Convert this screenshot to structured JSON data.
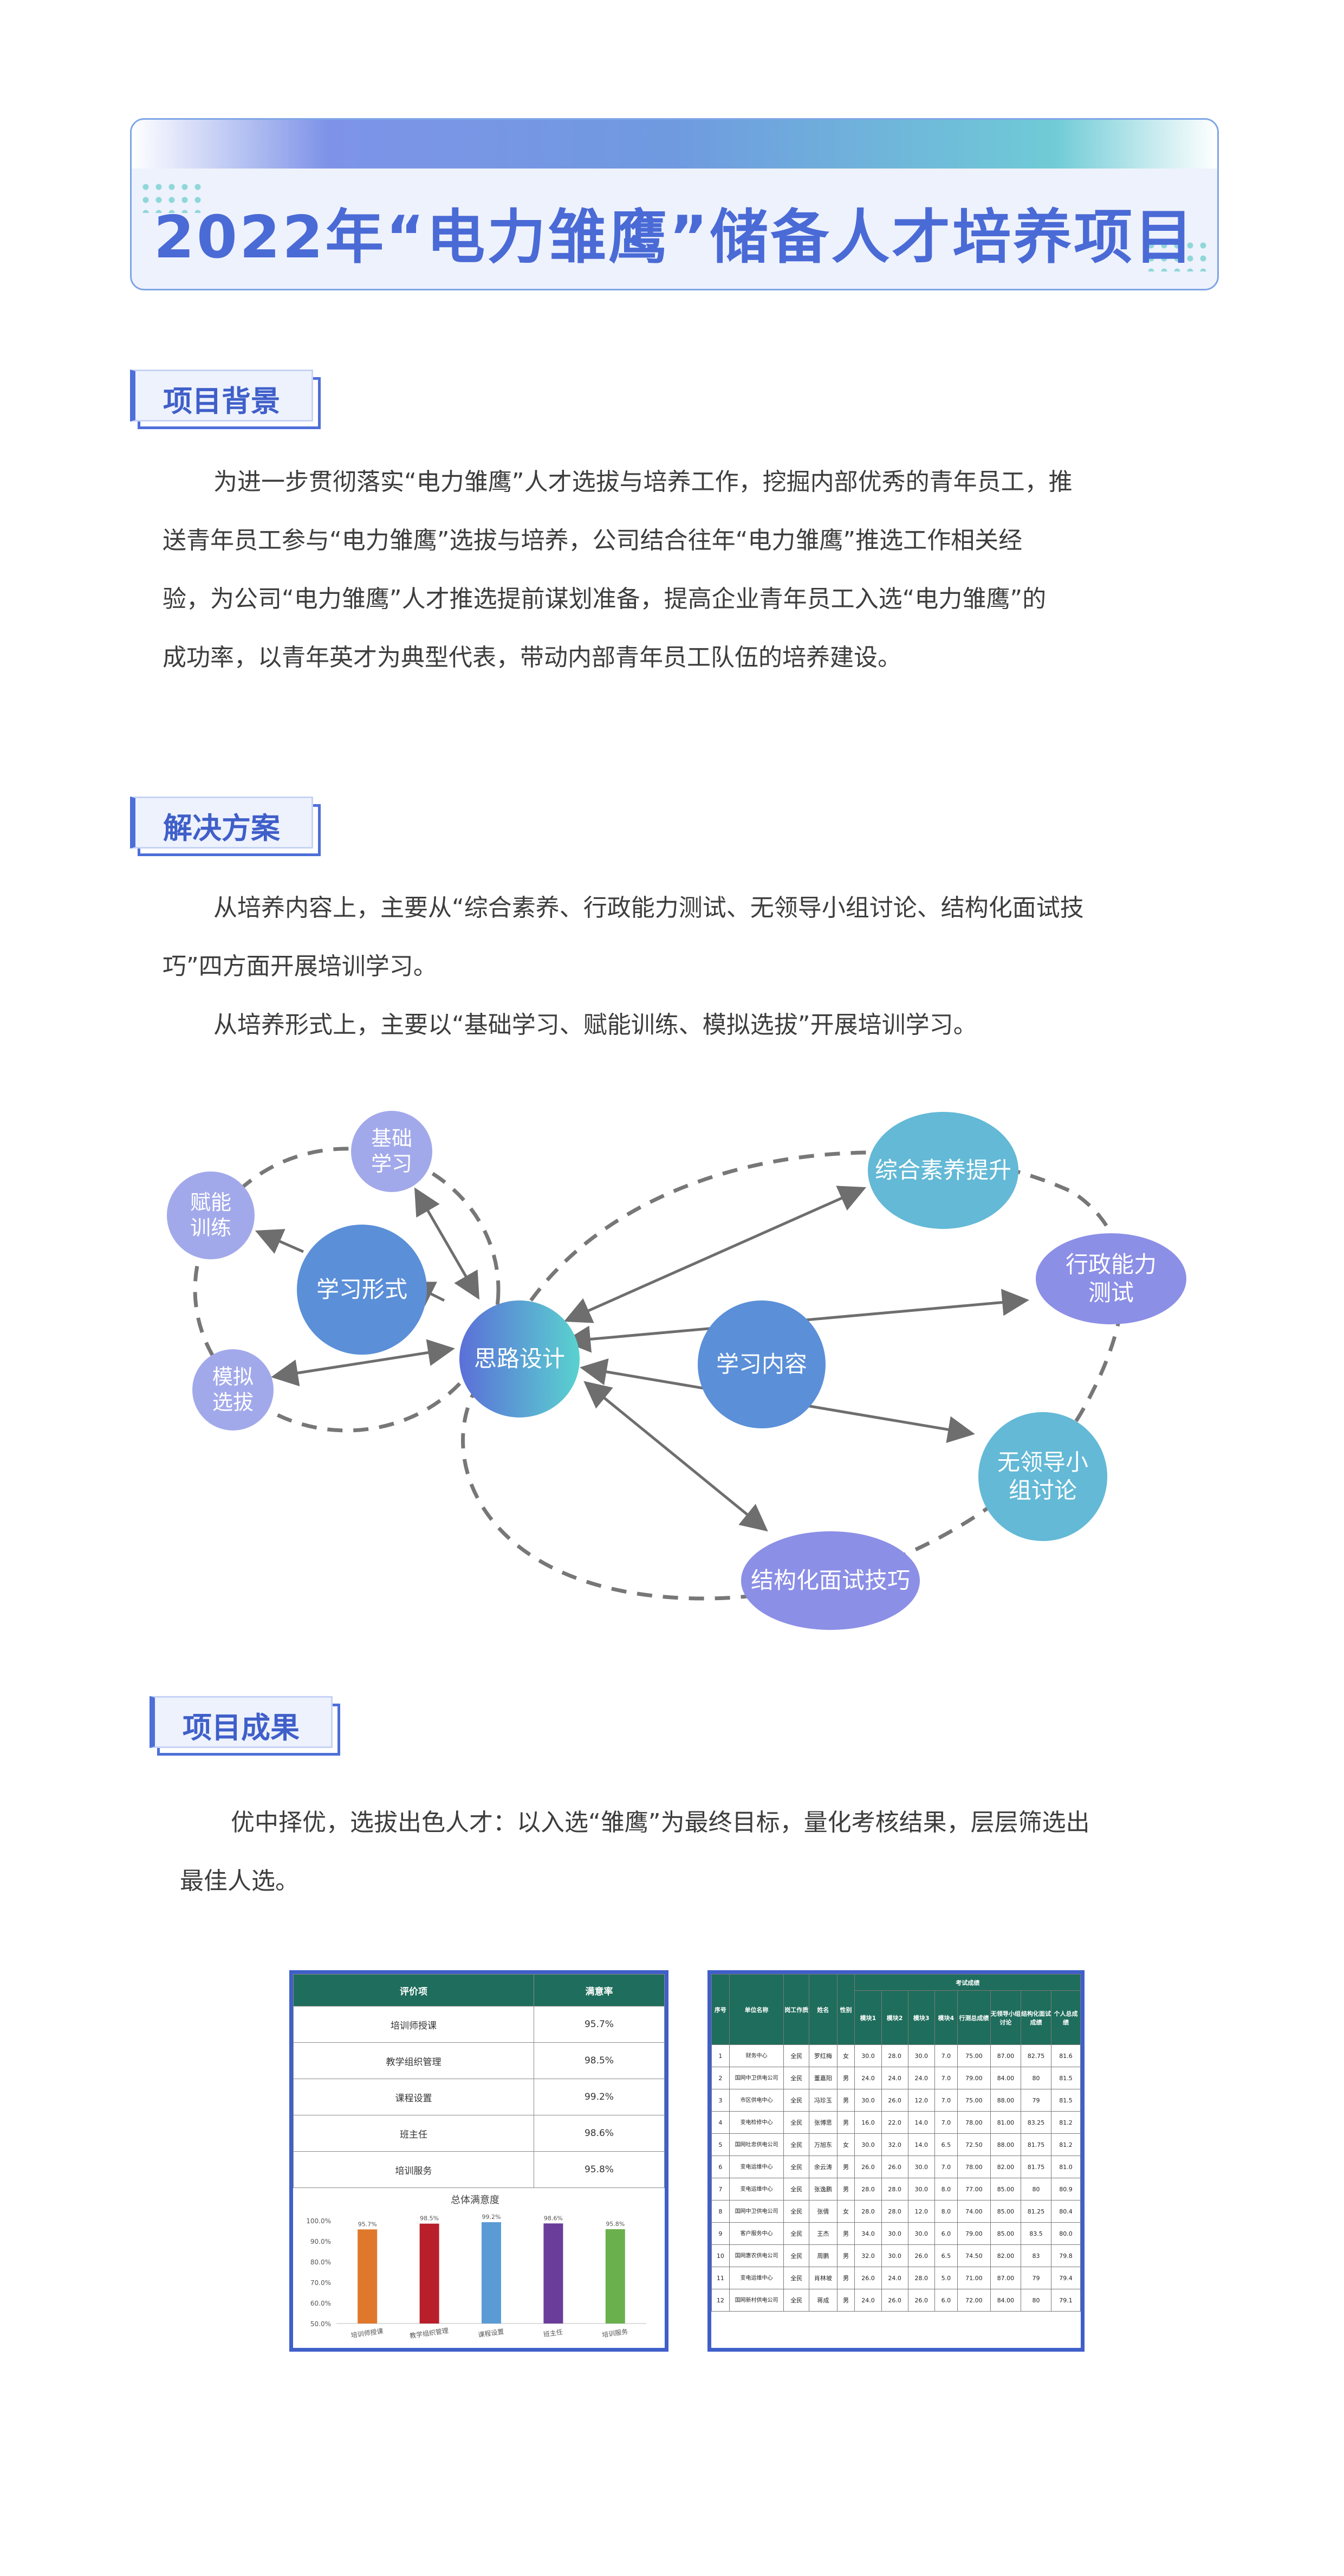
{
  "title": "2022年“电力雏鹰”储备人才培养项目",
  "sections": {
    "background": {
      "label": "项目背景",
      "lines": [
        "为进一步贯彻落实“电力雏鹰”人才选拔与培养工作，挖掘内部优秀的青年员工，推",
        "送青年员工参与“电力雏鹰”选拔与培养，公司结合往年“电力雏鹰”推选工作相关经",
        "验，为公司“电力雏鹰”人才推选提前谋划准备，提高企业青年员工入选“电力雏鹰”的",
        "成功率，以青年英才为典型代表，带动内部青年员工队伍的培养建设。"
      ]
    },
    "solution": {
      "label": "解决方案",
      "lines": [
        "从培养内容上，主要从“综合素养、行政能力测试、无领导小组讨论、结构化面试技",
        "巧”四方面开展培训学习。",
        "从培养形式上，主要以“基础学习、赋能训练、模拟选拔”开展培训学习。"
      ]
    },
    "results": {
      "label": "项目成果",
      "lines": [
        "优中择优，选拔出色人才：以入选“雏鹰”为最终目标，量化考核结果，层层筛选出",
        "最佳人选。"
      ]
    }
  },
  "diagram": {
    "center": "思路设计",
    "form_hub": "学习形式",
    "content_hub": "学习内容",
    "form_items": [
      "基础学习",
      "赋能训练",
      "模拟选拔"
    ],
    "content_items": [
      "综合素养提升",
      "行政能力测试",
      "无领导小组讨论",
      "结构化面试技巧"
    ]
  },
  "satisfaction": {
    "headers": [
      "评价项",
      "满意率"
    ],
    "rows": [
      [
        "培训师授课",
        "95.7%"
      ],
      [
        "教学组织管理",
        "98.5%"
      ],
      [
        "课程设置",
        "99.2%"
      ],
      [
        "班主任",
        "98.6%"
      ],
      [
        "培训服务",
        "95.8%"
      ]
    ]
  },
  "chart_data": {
    "type": "bar",
    "title": "总体满意度",
    "categories": [
      "培训师授课",
      "教学组织管理",
      "课程设置",
      "班主任",
      "培训服务"
    ],
    "values": [
      95.7,
      98.5,
      99.2,
      98.6,
      95.8
    ],
    "value_labels": [
      "95.7%",
      "98.5%",
      "99.2%",
      "98.6%",
      "95.8%"
    ],
    "ylim": [
      50,
      100
    ],
    "yticks": [
      "100.0%",
      "90.0%",
      "80.0%",
      "70.0%",
      "60.0%",
      "50.0%"
    ],
    "colors": [
      "#e0782c",
      "#b81f2a",
      "#5b9bd5",
      "#6a3d9a",
      "#6ab04c"
    ],
    "grid": false,
    "legend": "none"
  },
  "exam": {
    "group_header": "考试成绩",
    "headers": [
      "序号",
      "单位名称",
      "岗工作质",
      "姓名",
      "性别",
      "模块1",
      "模块2",
      "模块3",
      "模块4",
      "行测总成绩",
      "无领导小组讨论",
      "结构化面试成绩",
      "个人总成绩"
    ],
    "rows": [
      [
        "1",
        "财务中心",
        "全民",
        "罗红梅",
        "女",
        "30.0",
        "28.0",
        "30.0",
        "7.0",
        "75.00",
        "87.00",
        "82.75",
        "81.6"
      ],
      [
        "2",
        "国网中卫供电公司",
        "全民",
        "董嘉阳",
        "男",
        "24.0",
        "24.0",
        "24.0",
        "7.0",
        "79.00",
        "84.00",
        "80",
        "81.5"
      ],
      [
        "3",
        "市区供电中心",
        "全民",
        "冯珍玉",
        "男",
        "30.0",
        "26.0",
        "12.0",
        "7.0",
        "75.00",
        "88.00",
        "79",
        "81.5"
      ],
      [
        "4",
        "变电检修中心",
        "全民",
        "张博思",
        "男",
        "16.0",
        "22.0",
        "14.0",
        "7.0",
        "78.00",
        "81.00",
        "83.25",
        "81.2"
      ],
      [
        "5",
        "国网吐忠供电公司",
        "全民",
        "万旭东",
        "女",
        "30.0",
        "32.0",
        "14.0",
        "6.5",
        "72.50",
        "88.00",
        "81.75",
        "81.2"
      ],
      [
        "6",
        "变电运维中心",
        "全民",
        "余云涛",
        "男",
        "26.0",
        "26.0",
        "30.0",
        "7.0",
        "78.00",
        "82.00",
        "81.75",
        "81.0"
      ],
      [
        "7",
        "变电运维中心",
        "全民",
        "张逸鹏",
        "男",
        "28.0",
        "28.0",
        "30.0",
        "8.0",
        "77.00",
        "85.00",
        "80",
        "80.9"
      ],
      [
        "8",
        "国网中卫供电公司",
        "全民",
        "张倩",
        "女",
        "28.0",
        "28.0",
        "12.0",
        "8.0",
        "74.00",
        "85.00",
        "81.25",
        "80.4"
      ],
      [
        "9",
        "客户服务中心",
        "全民",
        "王杰",
        "男",
        "34.0",
        "30.0",
        "30.0",
        "6.0",
        "79.00",
        "85.00",
        "83.5",
        "80.0"
      ],
      [
        "10",
        "国网惠农供电公司",
        "全民",
        "周鹏",
        "男",
        "32.0",
        "30.0",
        "26.0",
        "6.5",
        "74.50",
        "82.00",
        "83",
        "79.8"
      ],
      [
        "11",
        "变电运维中心",
        "全民",
        "肖林坡",
        "男",
        "26.0",
        "24.0",
        "28.0",
        "5.0",
        "71.00",
        "87.00",
        "79",
        "79.4"
      ],
      [
        "12",
        "国网新村供电公司",
        "全民",
        "蒋成",
        "男",
        "24.0",
        "26.0",
        "26.0",
        "6.0",
        "72.00",
        "84.00",
        "80",
        "79.1"
      ]
    ]
  }
}
